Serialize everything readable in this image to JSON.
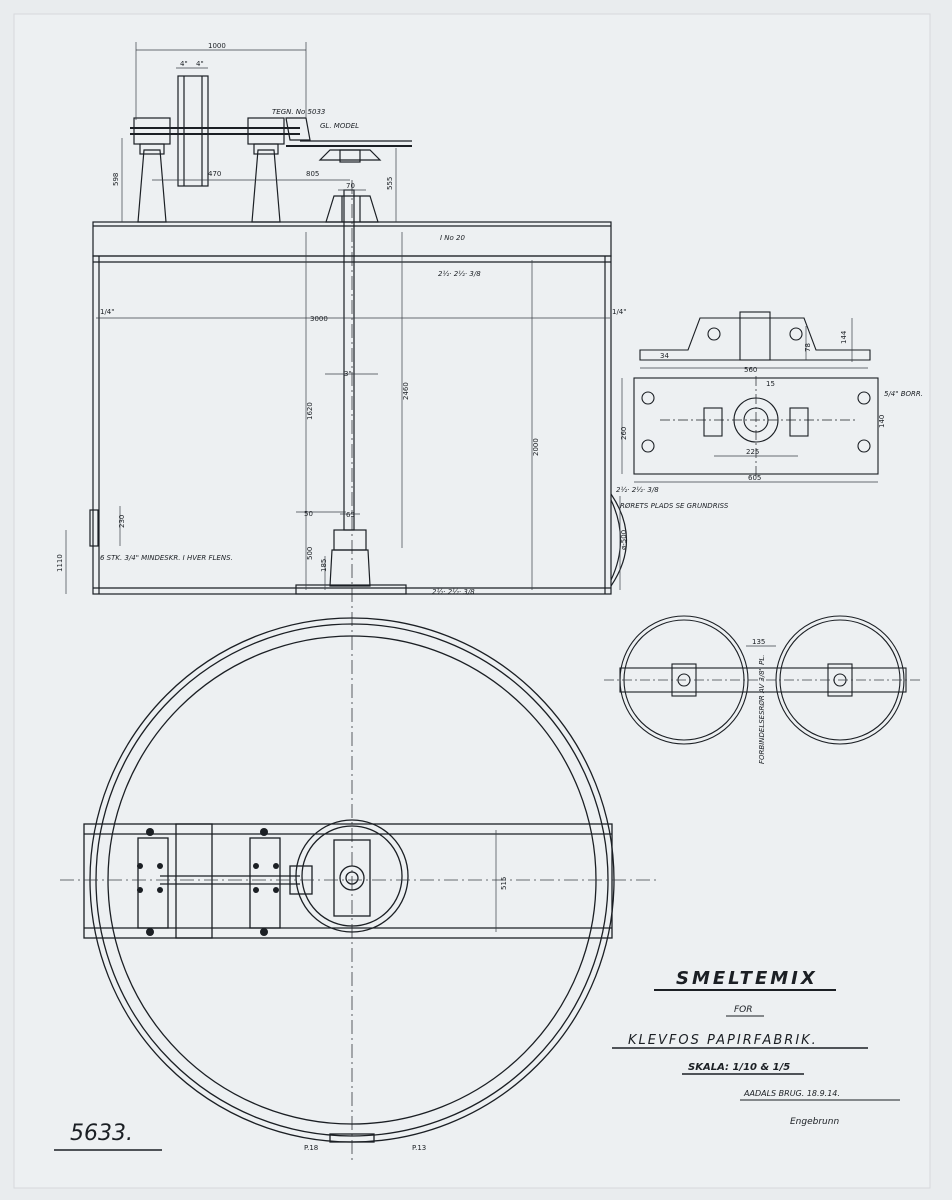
{
  "title_block": {
    "title": "SMELTEMIX",
    "for": "FOR",
    "customer": "KLEVFOS PAPIRFABRIK.",
    "scale": "SKALA: 1/10 & 1/5",
    "origin": "AADALS BRUG. 18.9.14.",
    "signature": "Engebrunn"
  },
  "drawing_number": "5633.",
  "notes": {
    "tegn_no": "TEGN. No 5033",
    "gl_model": "GL. MODEL",
    "beam": "I No 20",
    "angle_top": "2½· 2½· 3/8",
    "angle_bottom": "2½· 2½· 3/8",
    "angle_right": "2½· 2½· 3/8",
    "bolts": "6 STK. 3/4\" MINDESKR. I HVER FLENS.",
    "pipe_place": "RØRETS PLADS SE GRUNDRISS",
    "connection": "FORBINDELSESRØR AV 3/8\" PL.",
    "bore": "5/4\" BORR."
  },
  "dimensions": {
    "d1000": "1000",
    "d4a": "4\"",
    "d4b": "4\"",
    "d598": "598",
    "d470": "470",
    "d805": "805",
    "d70": "70",
    "d555": "555",
    "d3000": "3000",
    "d1620": "1620",
    "d2460": "2460",
    "d2000": "2000",
    "d3in": "3\"",
    "d500": "500",
    "d50": "50",
    "d65": "65",
    "d185": "185",
    "d1110": "1110",
    "d230": "230",
    "d1_4a": "1/4\"",
    "d1_4b": "1/4\"",
    "d500b": "ø-500",
    "d78": "78",
    "d560": "560",
    "d34": "34",
    "d144": "144",
    "d260": "260",
    "d605": "605",
    "d225": "225",
    "d140": "140",
    "d15": "15",
    "d135": "135",
    "d515": "515",
    "dp18": "P.18",
    "dp13": "P.13"
  },
  "colors": {
    "paper": "#e9ecee",
    "ink": "#1b1f24",
    "dim": "#3a3f46"
  }
}
